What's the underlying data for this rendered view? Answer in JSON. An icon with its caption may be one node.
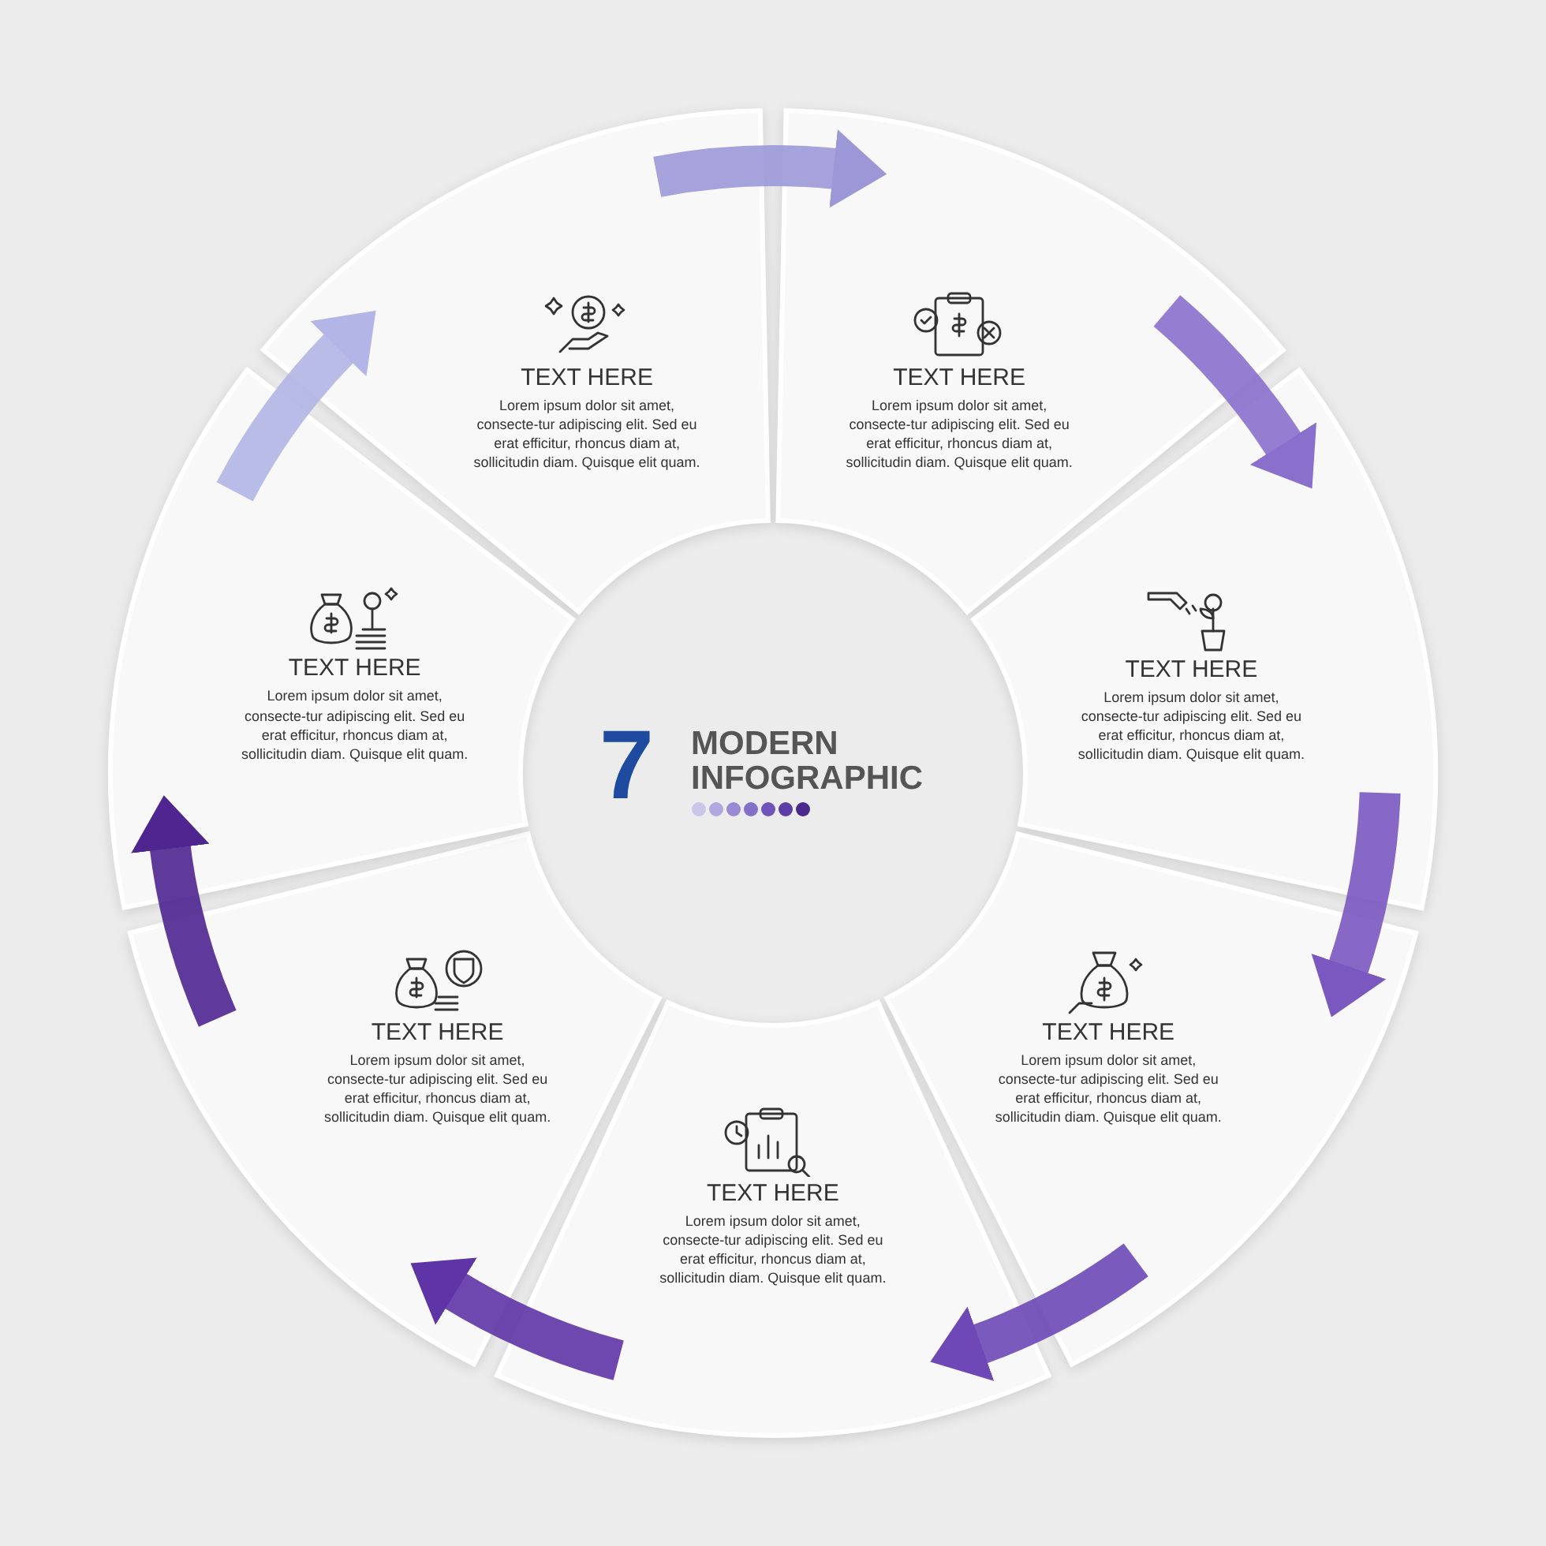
{
  "diagram": {
    "nodes": [
      {
        "text": [
          "TEXT HERE",
          "Lorem ipsum dolor sit amet, consecte-tur adipiscing elit. Sed eu erat efficitur, rhoncus diam at, sollicitudin diam. Quisque elit quam."
        ]
      },
      {
        "text": [
          "TEXT HERE",
          "Lorem ipsum dolor sit amet, consecte-tur adipiscing elit. Sed eu erat efficitur, rhoncus diam at, sollicitudin diam. Quisque elit quam."
        ]
      },
      {
        "text": [
          "TEXT HERE",
          "Lorem ipsum dolor sit amet, consecte-tur adipiscing elit. Sed eu erat efficitur, rhoncus diam at, sollicitudin diam. Quisque elit quam."
        ]
      },
      {
        "text": [
          "TEXT HERE",
          "Lorem ipsum dolor sit amet, consecte-tur adipiscing elit. Sed eu erat efficitur, rhoncus diam at, sollicitudin diam. Quisque elit quam."
        ]
      },
      {
        "text": [
          "TEXT HERE",
          "Lorem ipsum dolor sit amet, consecte-tur adipiscing elit. Sed eu erat efficitur, rhoncus diam at, sollicitudin diam. Quisque elit quam."
        ]
      },
      {
        "text": [
          "TEXT HERE",
          "Lorem ipsum dolor sit amet, consecte-tur adipiscing elit. Sed eu erat efficitur, rhoncus diam at, sollicitudin diam. Quisque elit quam."
        ]
      },
      {
        "text": [
          "TEXT HERE",
          "Lorem ipsum dolor sit amet, consecte-tur adipiscing elit. Sed eu erat efficitur, rhoncus diam at, sollicitudin diam. Quisque elit quam."
        ]
      }
    ],
    "edges": [
      {
        "from": 0,
        "to": 1,
        "arrow": "to",
        "color": "#9c98d8"
      },
      {
        "from": 1,
        "to": 2,
        "arrow": "to",
        "color": "#8a70cc"
      },
      {
        "from": 2,
        "to": 3,
        "arrow": "to",
        "color": "#7a58c0"
      },
      {
        "from": 3,
        "to": 4,
        "arrow": "to",
        "color": "#6d48b6"
      },
      {
        "from": 4,
        "to": 5,
        "arrow": "to",
        "color": "#5e34a6"
      },
      {
        "from": 5,
        "to": 6,
        "arrow": "to",
        "color": "#4f2590"
      },
      {
        "from": 6,
        "to": 0,
        "arrow": "to",
        "color": "#b3b5e6"
      }
    ],
    "labels": [
      "7",
      "MODERN INFOGRAPHIC"
    ]
  }
}
